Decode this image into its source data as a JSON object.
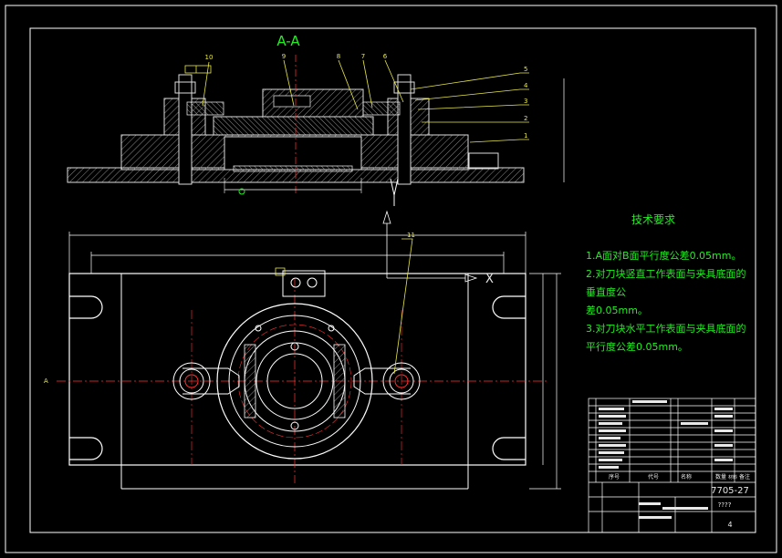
{
  "drawing": {
    "section_label": "A-A",
    "notes_title": "技术要求",
    "notes": [
      "1.A面对B面平行度公差0.05mm。",
      "2.对刀块竖直工作表面与夹具底面的",
      "垂直度公",
      "差0.05mm。",
      "3.对刀块水平工作表面与夹具底面的",
      "平行度公差0.05mm。"
    ],
    "x_axis_label": "X",
    "callouts_top": [
      "10",
      "9",
      "8",
      "7",
      "6"
    ],
    "callouts_right": [
      "5",
      "4",
      "3",
      "2",
      "1"
    ],
    "callout_plan": "11",
    "section_marker": "A",
    "title_block": {
      "drawing_no": "7705-27",
      "name": "????",
      "sheet": "4",
      "header_cols": [
        "序号",
        "代号",
        "名称",
        "数量",
        "材料",
        "备注"
      ]
    }
  },
  "colors": {
    "background": "#000000",
    "frame": "#ffffff",
    "section": "#dddddd",
    "dimension": "#ffffff",
    "centerline": "#ff3333",
    "notes": "#22ee22",
    "callout": "#e8e84a"
  }
}
